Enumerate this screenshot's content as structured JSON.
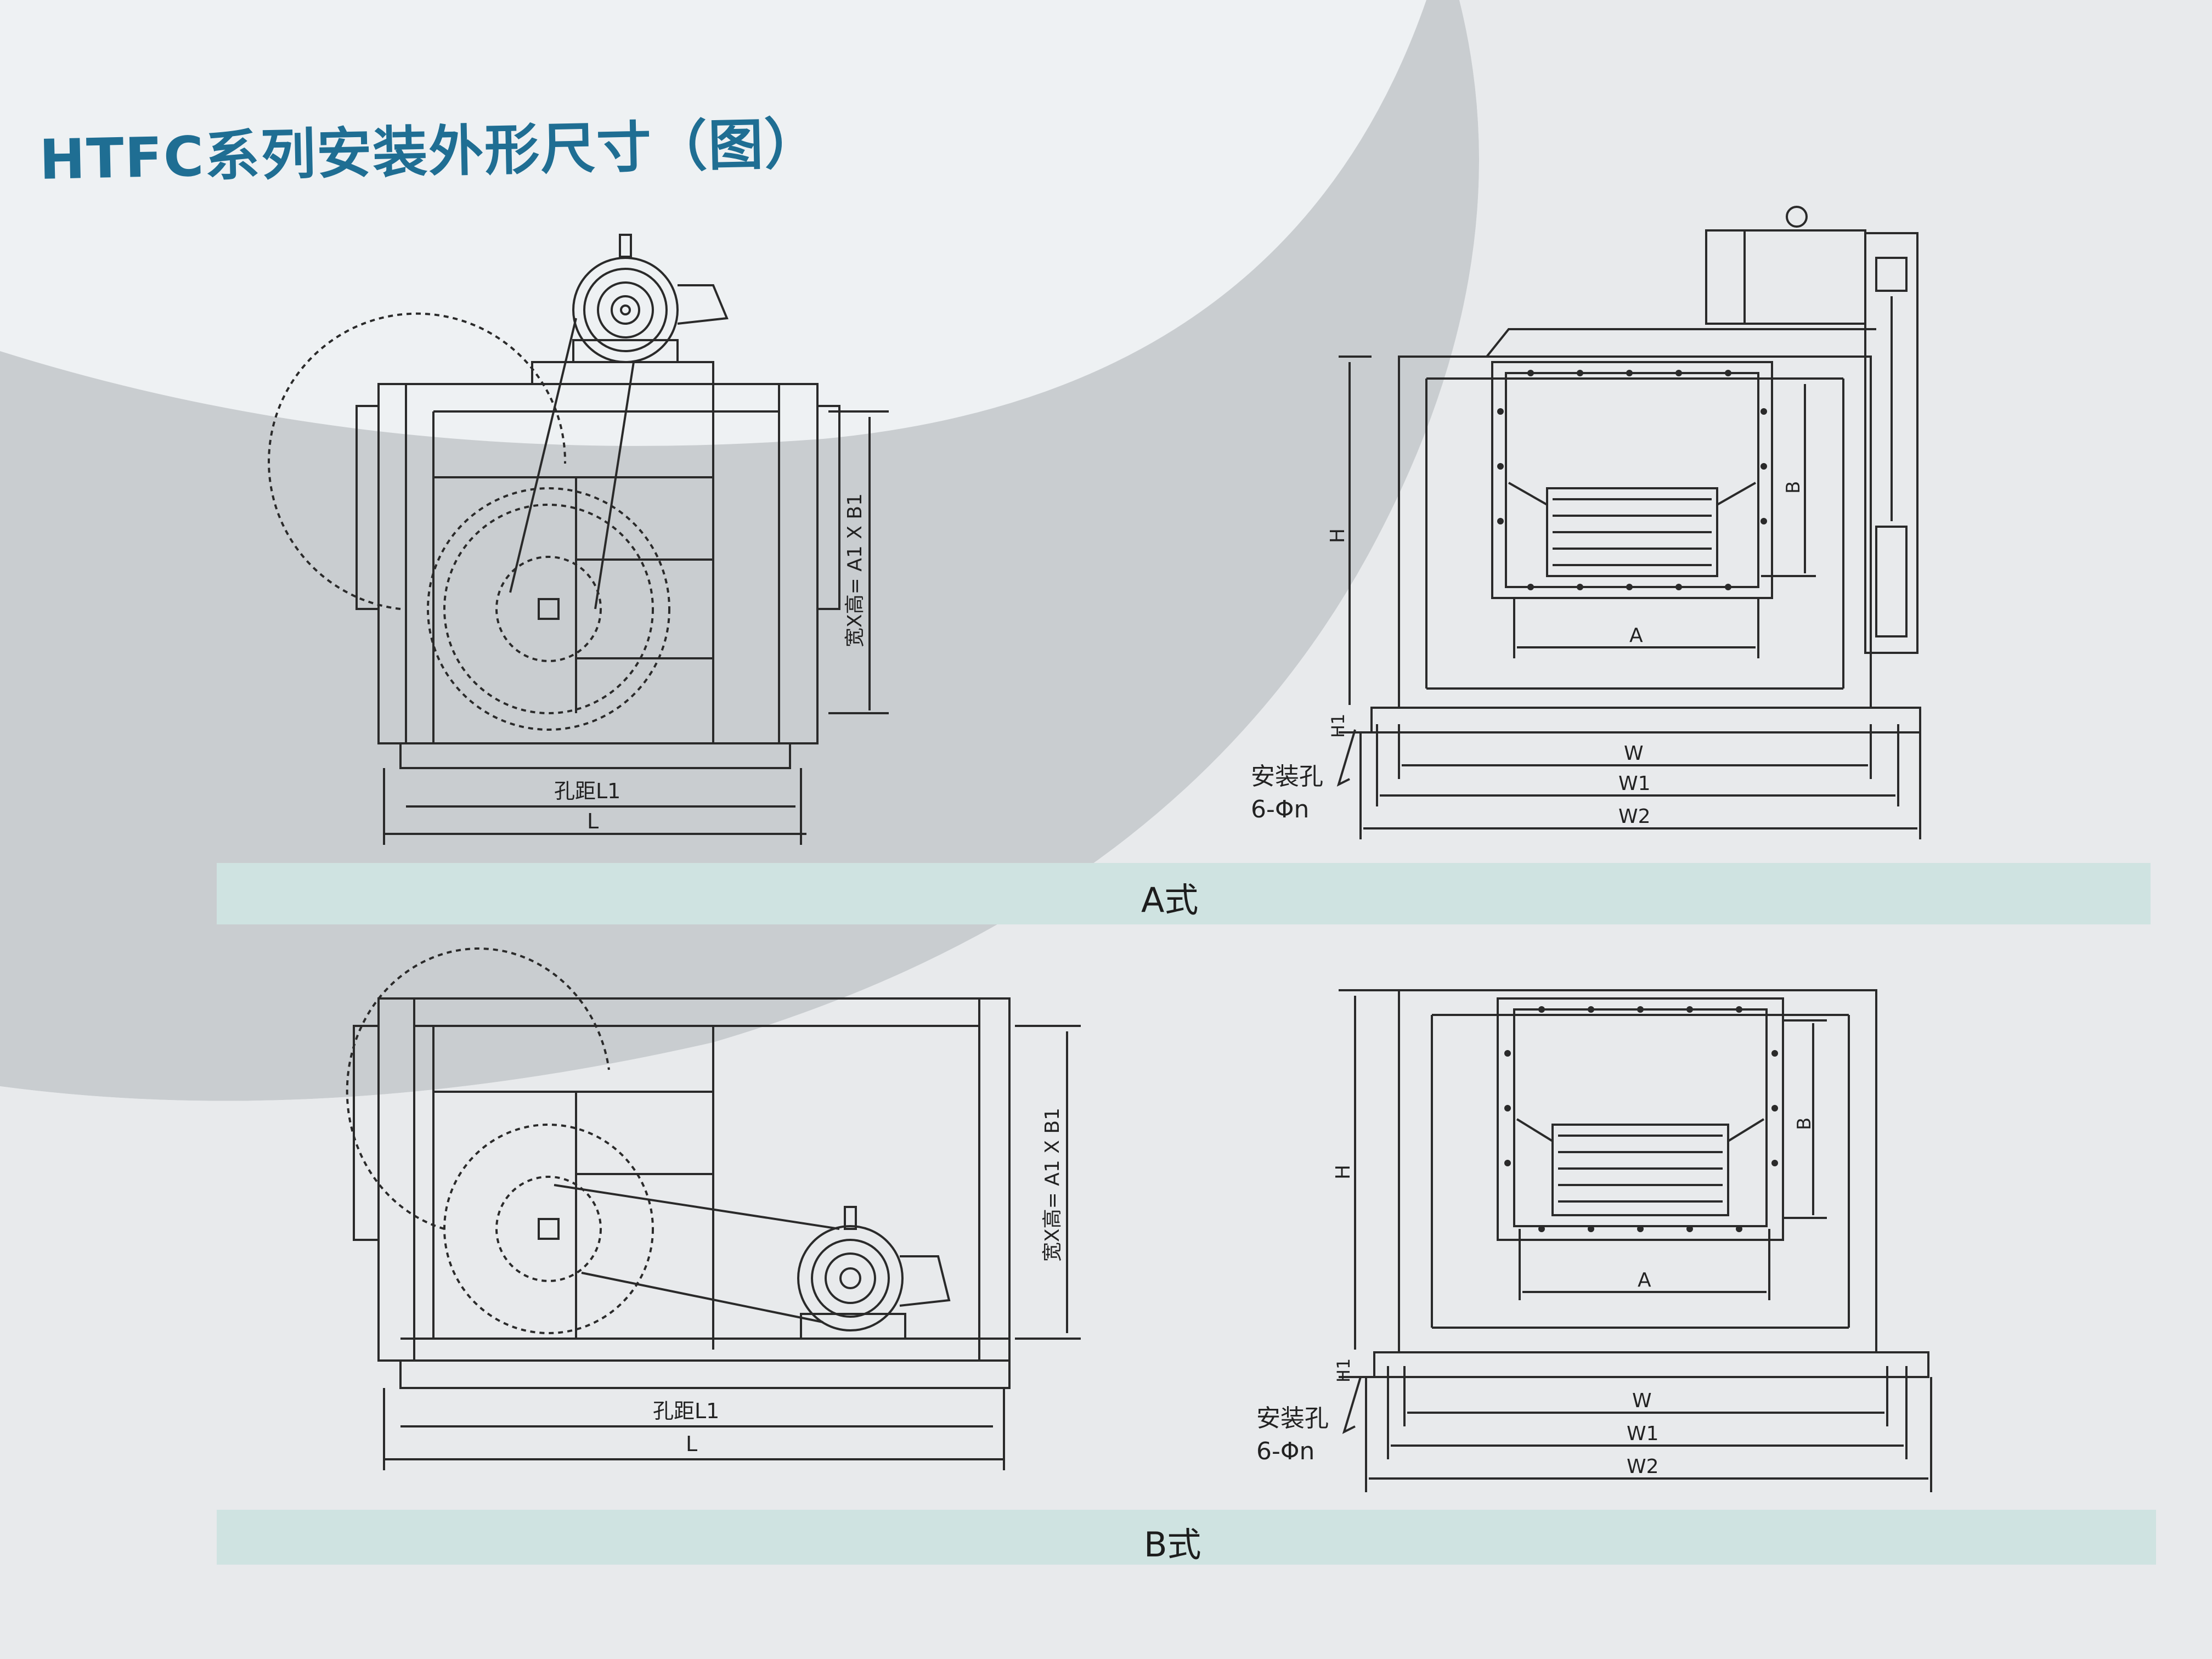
{
  "page": {
    "title": "HTFC系列安装外形尺寸（图）"
  },
  "sections": {
    "a": {
      "label": "A式",
      "front": {
        "width_height": "宽X高= A1 X B1",
        "hole_pitch": "孔距L1",
        "length": "L"
      },
      "side": {
        "h": "H",
        "h1": "H1",
        "a": "A",
        "b": "B",
        "w": "W",
        "w1": "W1",
        "w2": "W2",
        "hole": "安装孔",
        "hole_count": "6-Φn"
      }
    },
    "b": {
      "label": "B式",
      "front": {
        "width_height": "宽X高= A1 X B1",
        "hole_pitch": "孔距L1",
        "length": "L"
      },
      "side": {
        "h": "H",
        "h1": "H1",
        "a": "A",
        "b": "B",
        "w": "W",
        "w1": "W1",
        "w2": "W2",
        "hole": "安装孔",
        "hole_count": "6-Φn"
      }
    }
  },
  "colors": {
    "title": "#1f6e93",
    "band": "#cfe3e1",
    "line": "#2a2a2a",
    "shade": "#c6cacd"
  }
}
